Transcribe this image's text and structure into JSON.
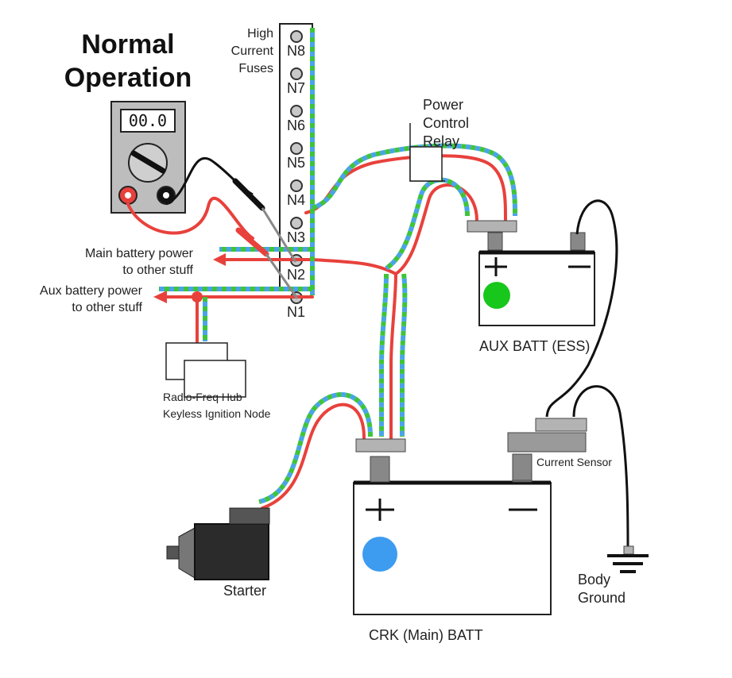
{
  "title": {
    "line1": "Normal",
    "line2": "Operation"
  },
  "meter": {
    "display": "00.0"
  },
  "fuses": {
    "heading": {
      "line1": "High",
      "line2": "Current",
      "line3": "Fuses"
    },
    "slots": [
      "N8",
      "N7",
      "N6",
      "N5",
      "N4",
      "N3",
      "N2",
      "N1"
    ]
  },
  "relay": {
    "line1": "Power",
    "line2": "Control",
    "line3": "Relay"
  },
  "outputs": {
    "main": {
      "line1": "Main battery power",
      "line2": "to other stuff"
    },
    "aux": {
      "line1": "Aux battery power",
      "line2": "to other stuff"
    }
  },
  "modules": {
    "line1": "Radio-Freq Hub",
    "line2": "Keyless Ignition Node"
  },
  "aux_batt": {
    "label": "AUX BATT (ESS)",
    "plus": "+",
    "minus": "−"
  },
  "main_batt": {
    "label": "CRK (Main) BATT",
    "plus": "+",
    "minus": "−"
  },
  "current_sensor": {
    "label": "Current Sensor"
  },
  "starter": {
    "label": "Starter"
  },
  "ground": {
    "line1": "Body",
    "line2": "Ground"
  },
  "colors": {
    "wire_red": "#e8413c",
    "main_current": "#4ba3e8",
    "aux_current": "#3ec43a",
    "metal": "#b3b3b3",
    "cable": "#111111"
  }
}
